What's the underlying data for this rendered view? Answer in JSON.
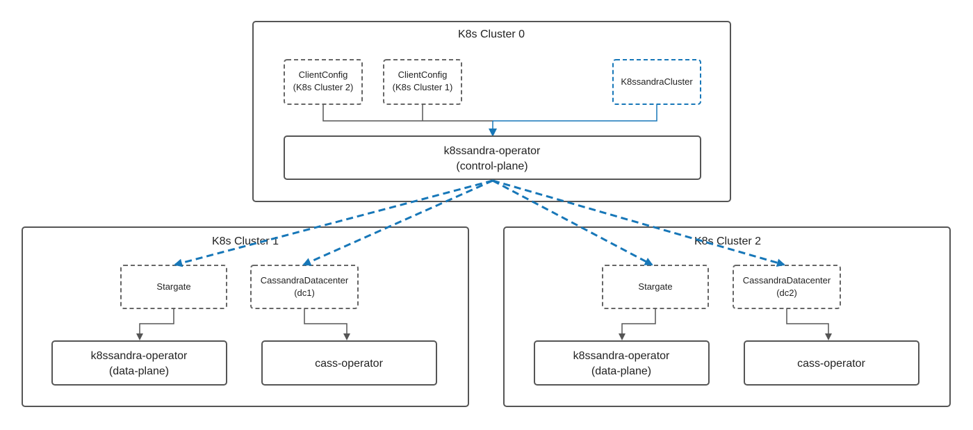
{
  "colors": {
    "solid_border": "#555555",
    "dashed_border": "#666666",
    "accent_blue": "#1777b8",
    "connector_gray": "#555555"
  },
  "clusters": {
    "cluster0": {
      "title": "K8s Cluster 0"
    },
    "cluster1": {
      "title": "K8s Cluster 1"
    },
    "cluster2": {
      "title": "K8s Cluster 2"
    }
  },
  "cluster0": {
    "client_config_2": {
      "line1": "ClientConfig",
      "line2": "(K8s Cluster 2)"
    },
    "client_config_1": {
      "line1": "ClientConfig",
      "line2": "(K8s Cluster 1)"
    },
    "k8ssandra_cluster": {
      "line1": "K8ssandraCluster"
    },
    "operator": {
      "line1": "k8ssandra-operator",
      "line2": "(control-plane)"
    }
  },
  "cluster1": {
    "stargate": {
      "line1": "Stargate"
    },
    "cassandra_dc": {
      "line1": "CassandraDatacenter",
      "line2": "(dc1)"
    },
    "operator": {
      "line1": "k8ssandra-operator",
      "line2": "(data-plane)"
    },
    "cass_operator": {
      "line1": "cass-operator"
    }
  },
  "cluster2": {
    "stargate": {
      "line1": "Stargate"
    },
    "cassandra_dc": {
      "line1": "CassandraDatacenter",
      "line2": "(dc2)"
    },
    "operator": {
      "line1": "k8ssandra-operator",
      "line2": "(data-plane)"
    },
    "cass_operator": {
      "line1": "cass-operator"
    }
  }
}
